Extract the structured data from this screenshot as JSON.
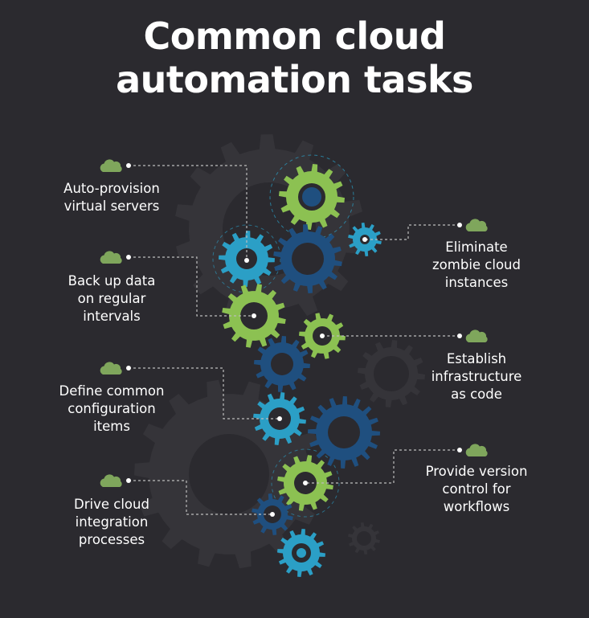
{
  "title": {
    "line1": "Common cloud",
    "line2": "automation tasks"
  },
  "colors": {
    "background": "#2b2a2f",
    "bg_gear": "#353439",
    "green": "#8cc152",
    "cyan": "#2b9fc6",
    "navy": "#1f4f7f",
    "cloud": "#7fa65c",
    "connector": "#bdbdbd"
  },
  "tasks_left": [
    {
      "lines": [
        "Auto-provision",
        "virtual servers"
      ]
    },
    {
      "lines": [
        "Back up data",
        "on regular",
        "intervals"
      ]
    },
    {
      "lines": [
        "Define common",
        "configuration",
        "items"
      ]
    },
    {
      "lines": [
        "Drive cloud",
        "integration",
        "processes"
      ]
    }
  ],
  "tasks_right": [
    {
      "lines": [
        "Eliminate",
        "zombie cloud",
        "instances"
      ]
    },
    {
      "lines": [
        "Establish",
        "infrastructure",
        "as code"
      ]
    },
    {
      "lines": [
        "Provide version",
        "control for",
        "workflows"
      ]
    }
  ],
  "icons": {
    "task_marker": "cloud-icon",
    "machinery": "gear-icon"
  }
}
